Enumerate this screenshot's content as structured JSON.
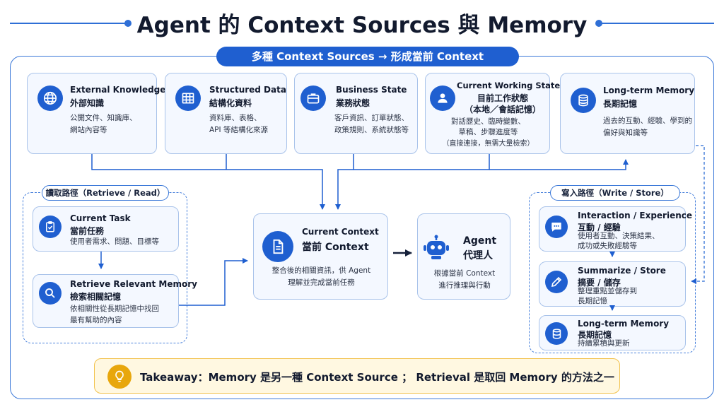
{
  "title": "Agent 的 Context Sources 與 Memory",
  "top_pill": "多種 Context Sources → 形成當前 Context",
  "sources": [
    {
      "icon": "globe-icon",
      "title": "External Knowledge",
      "subtitle": "外部知識",
      "desc1": "公開文件、知識庫、",
      "desc2": "網站內容等"
    },
    {
      "icon": "table-icon",
      "title": "Structured Data",
      "subtitle": "結構化資料",
      "desc1": "資料庫、表格、",
      "desc2": "API 等結構化來源"
    },
    {
      "icon": "briefcase-icon",
      "title": "Business State",
      "subtitle": "業務狀態",
      "desc1": "客戶資訊、訂單狀態、",
      "desc2": "政策規則、系統狀態等"
    },
    {
      "icon": "user-icon",
      "title": "Current Working State",
      "subtitle": "目前工作狀態",
      "subtitle2": "（本地／會話記憶）",
      "desc1": "對話歷史、臨時變數、",
      "desc2": "草稿、步驟進度等",
      "desc3": "（直接連接，無需大量檢索）"
    },
    {
      "icon": "database-icon",
      "title": "Long-term Memory",
      "subtitle": "長期記憶",
      "desc1": "過去的互動、經驗、學到的",
      "desc2": "偏好與知識等"
    }
  ],
  "read_path": {
    "label": "讀取路徑（Retrieve / Read）",
    "task": {
      "title": "Current Task",
      "subtitle": "當前任務",
      "desc": "使用者需求、問題、目標等"
    },
    "retrieve": {
      "title": "Retrieve Relevant Memory",
      "subtitle": "檢索相關記憶",
      "desc1": "依相關性從長期記憶中找回",
      "desc2": "最有幫助的內容"
    }
  },
  "current_context": {
    "title": "Current Context",
    "subtitle": "當前 Context",
    "desc1": "整合後的相關資訊，供 Agent",
    "desc2": "理解並完成當前任務"
  },
  "agent": {
    "title": "Agent",
    "subtitle": "代理人",
    "desc1": "根據當前 Context",
    "desc2": "進行推理與行動"
  },
  "write_path": {
    "label": "寫入路徑（Write / Store）",
    "interaction": {
      "title": "Interaction / Experience",
      "subtitle": "互動 / 經驗",
      "desc1": "使用者互動、決策結果、",
      "desc2": "成功或失敗經驗等"
    },
    "summarize": {
      "title": "Summarize / Store",
      "subtitle": "摘要 / 儲存",
      "desc1": "整理重點並儲存到",
      "desc2": "長期記憶"
    },
    "longterm": {
      "title": "Long-term Memory",
      "subtitle": "長期記憶",
      "desc": "持續累積與更新"
    }
  },
  "takeaway": "Takeaway：Memory 是另一種 Context Source ； Retrieval 是取回 Memory 的方法之一",
  "colors": {
    "accent": "#1f5fd0",
    "card_bg": "#f4f8ff",
    "card_border": "#a9c3ea",
    "takeaway_bg": "#fff8e1",
    "takeaway_border": "#f2c24c"
  }
}
